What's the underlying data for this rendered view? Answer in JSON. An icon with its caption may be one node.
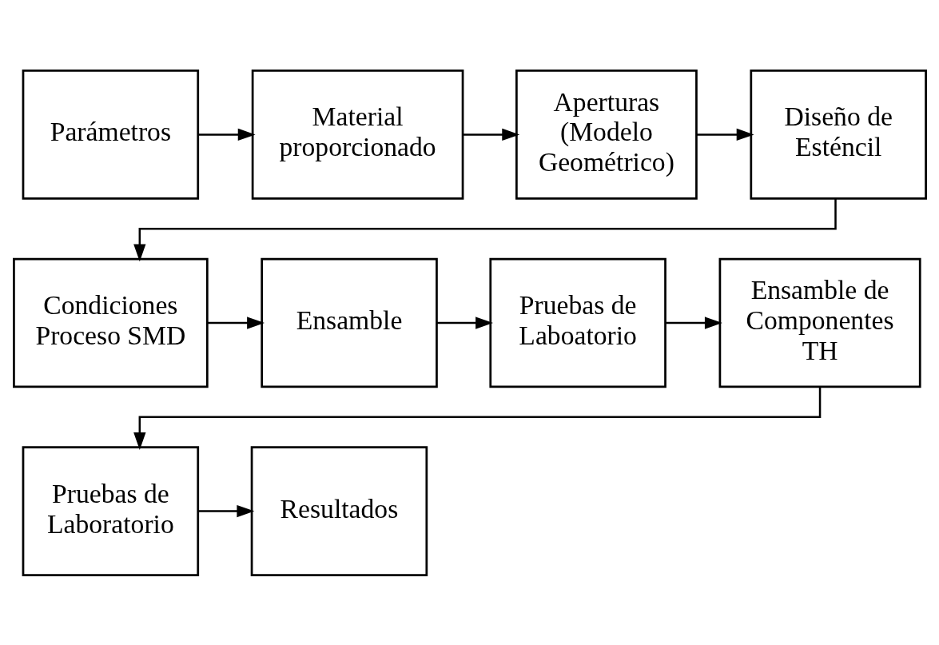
{
  "diagram": {
    "nodes": [
      {
        "text": [
          "Parámetros"
        ]
      },
      {
        "text": [
          "Material proporcionado"
        ]
      },
      {
        "text": [
          "Aperturas (Modelo Geométrico)"
        ]
      },
      {
        "text": [
          "Diseño de Esténcil"
        ]
      },
      {
        "text": [
          "Condiciones Proceso SMD"
        ]
      },
      {
        "text": [
          "Ensamble"
        ]
      },
      {
        "text": [
          "Pruebas de Laboatorio"
        ]
      },
      {
        "text": [
          "Ensamble de Componentes TH"
        ]
      },
      {
        "text": [
          "Pruebas de Laboratorio"
        ]
      },
      {
        "text": [
          "Resultados"
        ]
      }
    ],
    "edges": [
      {
        "from": 0,
        "to": 1,
        "arrow": "to"
      },
      {
        "from": 1,
        "to": 2,
        "arrow": "to"
      },
      {
        "from": 2,
        "to": 3,
        "arrow": "to"
      },
      {
        "from": 3,
        "to": 4,
        "arrow": "to"
      },
      {
        "from": 4,
        "to": 5,
        "arrow": "to"
      },
      {
        "from": 5,
        "to": 6,
        "arrow": "to"
      },
      {
        "from": 6,
        "to": 7,
        "arrow": "to"
      },
      {
        "from": 7,
        "to": 8,
        "arrow": "to"
      },
      {
        "from": 8,
        "to": 9,
        "arrow": "to"
      }
    ]
  }
}
